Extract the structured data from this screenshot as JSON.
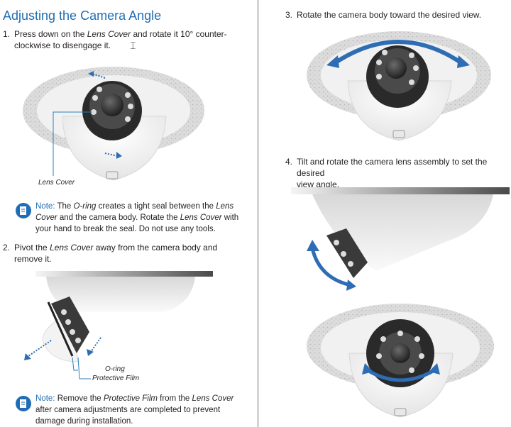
{
  "title": "Adjusting the Camera Angle",
  "steps": {
    "s1": {
      "num": "1.",
      "line1_pre": "Press down on the ",
      "line1_em": "Lens Cover",
      "line1_post": " and rotate it 10° counter-",
      "line2": "clockwise to disengage it."
    },
    "s2": {
      "num": "2.",
      "line1_pre": "Pivot the ",
      "line1_em": "Lens Cover",
      "line1_post": " away from the camera body and",
      "line2": "remove it."
    },
    "s3": {
      "num": "3.",
      "line1": "Rotate the camera body toward the desired view."
    },
    "s4": {
      "num": "4.",
      "line1": "Tilt and rotate the camera lens assembly to set the desired",
      "line2": "view angle."
    }
  },
  "notes": {
    "n1": {
      "label": "Note:",
      "a": " The ",
      "b": "O-ring",
      "c": " creates a tight seal between the ",
      "d": "Lens",
      "e": "Cover",
      "f": " and the camera body. Rotate the ",
      "g": "Lens Cover",
      "h": " with",
      "line3": "your hand to break the seal. Do not use any tools."
    },
    "n2": {
      "label": "Note:",
      "a": " Remove the ",
      "b": "Protective Film",
      "c": " from the ",
      "d": "Lens Cover",
      "line2": "after camera adjustments are completed to prevent",
      "line3": "damage during installation."
    }
  },
  "captions": {
    "lens_cover": "Lens Cover",
    "o_ring": "O-ring",
    "protective_film": "Protective Film"
  },
  "colors": {
    "heading": "#1f6db4",
    "arrow": "#2e6db4",
    "note_icon": "#1f6db4",
    "callout_line": "#2a7fb8"
  }
}
